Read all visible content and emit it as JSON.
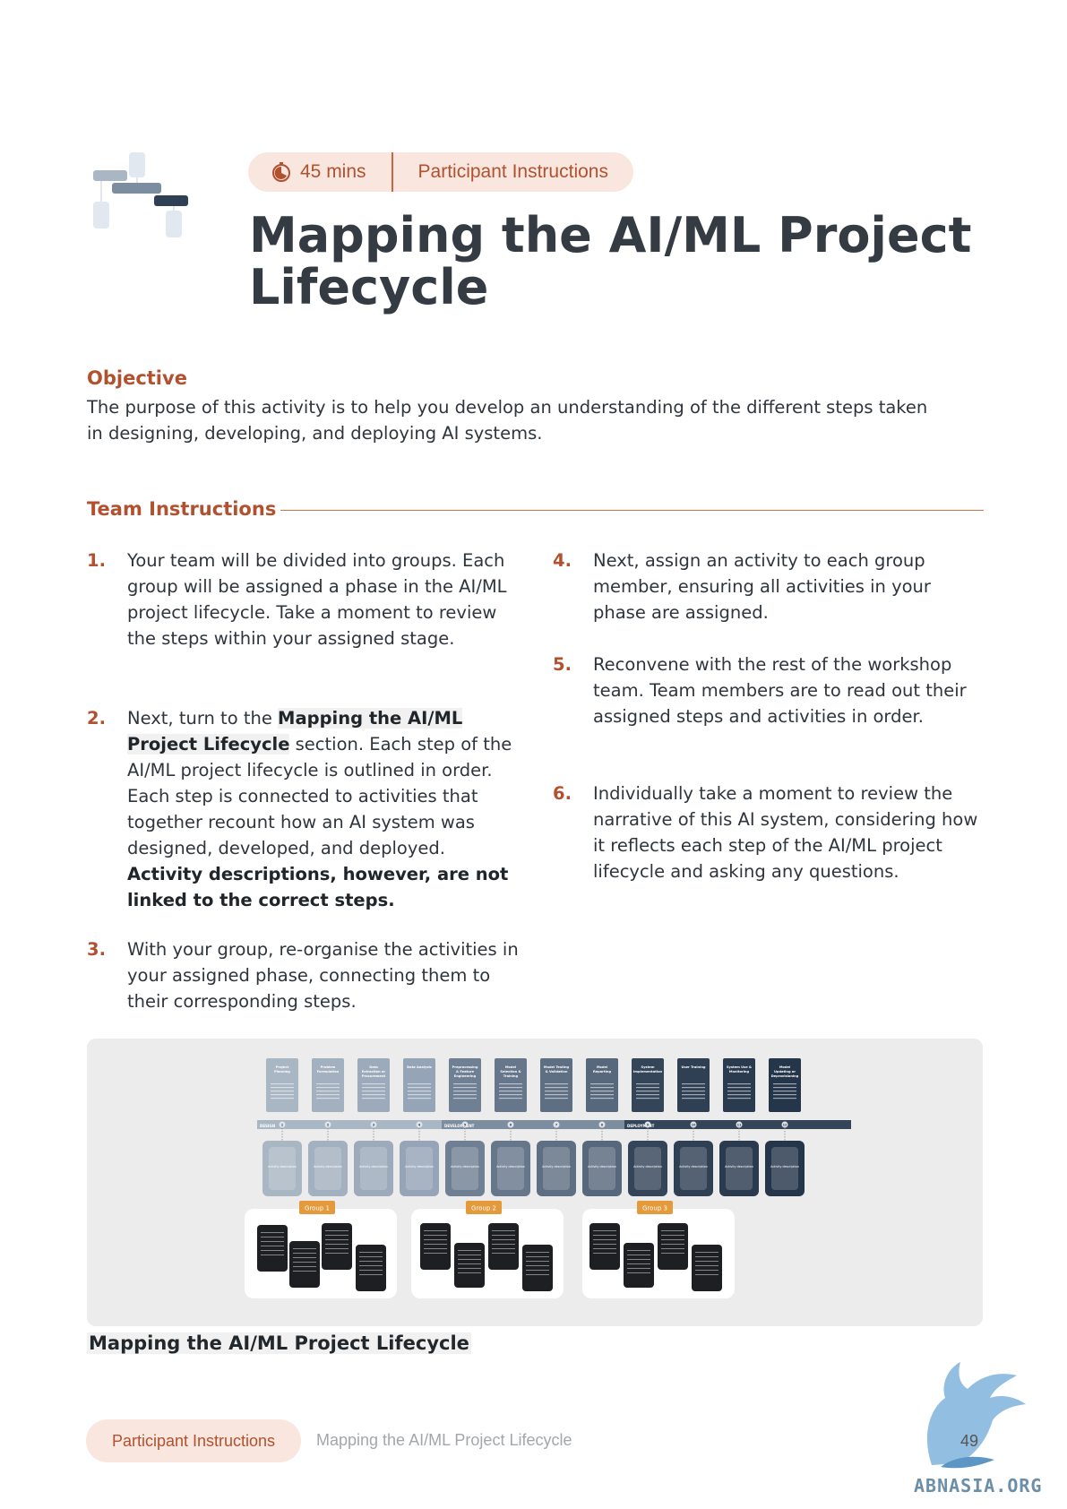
{
  "header": {
    "duration": "45 mins",
    "label": "Participant Instructions",
    "title": "Mapping the AI/ML Project Lifecycle"
  },
  "objective": {
    "heading": "Objective",
    "text": "The purpose of this activity is to help you develop an understanding of the different steps taken in designing, developing, and deploying AI systems."
  },
  "team": {
    "heading": "Team Instructions",
    "steps": [
      {
        "num": "1.",
        "text": "Your team will be divided into groups. Each group will be assigned a phase in the AI/ML project lifecycle. Take a moment to review the steps within your assigned stage."
      },
      {
        "num": "2.",
        "pre": "Next, turn to the ",
        "bold": "Mapping the AI/ML Project Lifecycle",
        "mid": " section. Each step of the AI/ML project lifecycle is outlined in order. Each step is connected to activities that together recount how an AI system was designed, developed, and deployed. ",
        "bold2": "Activity descriptions, however, are not linked to the correct steps."
      },
      {
        "num": "3.",
        "text": "With your group, re-organise the activities in your assigned phase, connecting them to their corresponding steps."
      },
      {
        "num": "4.",
        "text": "Next, assign an activity to each group member, ensuring all activities in your phase are assigned."
      },
      {
        "num": "5.",
        "text": "Reconvene with the rest of the workshop team. Team members are to read out their assigned steps and activities in order."
      },
      {
        "num": "6.",
        "text": "Individually take a moment to review the narrative of this AI system, considering how it reflects each step of the AI/ML project lifecycle and asking any questions."
      }
    ]
  },
  "figure": {
    "caption": "Mapping the AI/ML Project Lifecycle",
    "stages": [
      "Project Planning",
      "Problem Formulation",
      "Data Extraction or Procurement",
      "Data Analysis",
      "Preprocessing & Feature Engineering",
      "Model Selection & Training",
      "Model Testing & Validation",
      "Model Reporting",
      "System Implementation",
      "User Training",
      "System Use & Monitoring",
      "Model Updating or Deprovisioning"
    ],
    "phases": [
      "DESIGN",
      "DEVELOPMENT",
      "DEPLOYMENT"
    ],
    "numbers": [
      "1",
      "2",
      "3",
      "4",
      "5",
      "6",
      "7",
      "8",
      "9",
      "10",
      "11",
      "12"
    ],
    "slot_label": "Activity description",
    "groups": [
      "Group 1",
      "Group 2",
      "Group 3"
    ],
    "colors": [
      "#a9b6c4",
      "#a3b0bf",
      "#9caabb",
      "#95a4b6",
      "#6f8094",
      "#66778b",
      "#5e6f83",
      "#57687c",
      "#34455a",
      "#2f4055",
      "#2a3b50",
      "#25364b"
    ]
  },
  "footer": {
    "pill": "Participant Instructions",
    "title": "Mapping the AI/ML Project Lifecycle",
    "page": "49",
    "logo_text": "ABNASIA.ORG"
  }
}
